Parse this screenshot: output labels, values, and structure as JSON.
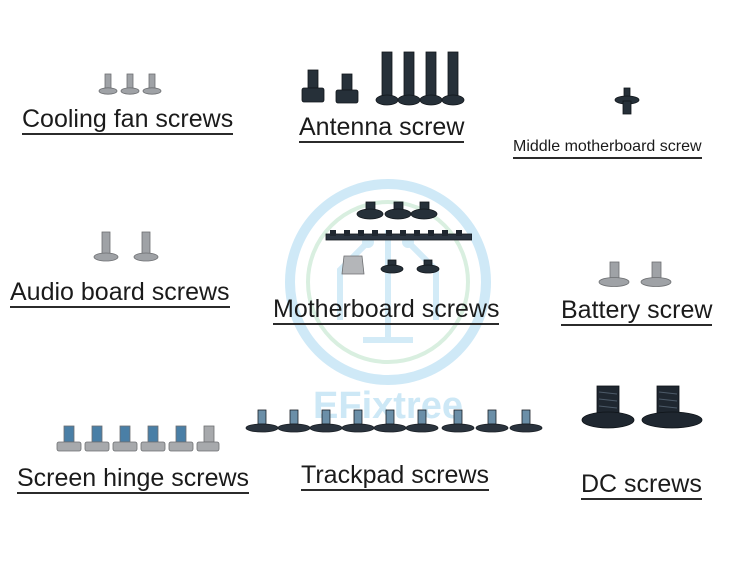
{
  "watermark": {
    "text": "EFixtree",
    "color": "#a9d7f2"
  },
  "colors": {
    "silver": "#a7a9ac",
    "silver_dark": "#6d6f72",
    "black": "#1f2730",
    "black_highlight": "#4c5a68",
    "blue_thread": "#4a7fa6",
    "label_text": "#1b1b1b"
  },
  "labels": {
    "cooling_fan": "Cooling fan screws",
    "antenna": "Antenna screw",
    "middle_motherboard": "Middle motherboard screw",
    "audio_board": "Audio board screws",
    "motherboard": "Motherboard screws",
    "battery": "Battery screw",
    "screen_hinge": "Screen hinge screws",
    "trackpad": "Trackpad screws",
    "dc": "DC screws"
  }
}
